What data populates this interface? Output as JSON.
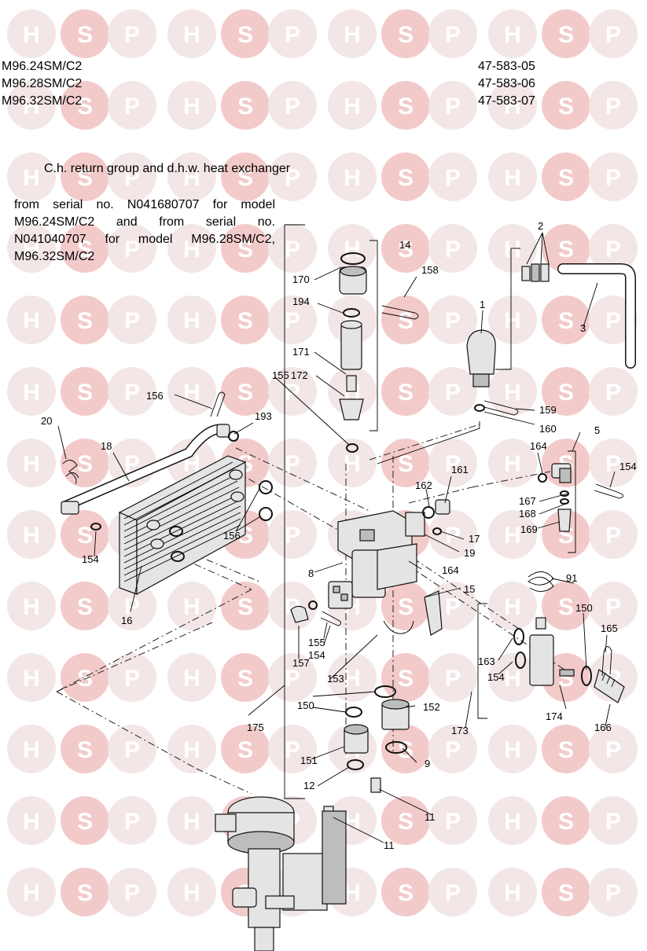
{
  "header": {
    "models": [
      "M96.24SM/C2",
      "M96.28SM/C2",
      "M96.32SM/C2"
    ],
    "part_numbers": [
      "47-583-05",
      "47-583-06",
      "47-583-07"
    ]
  },
  "title": "C.h. return group and d.h.w. heat exchanger",
  "serial_note_lines": [
    "from serial no. N041680707 for model",
    "M96.24SM/C2 and from serial no.",
    "N041040707 for model M96.28SM/C2,",
    "M96.32SM/C2"
  ],
  "watermark": {
    "letters": [
      "H",
      "S",
      "P"
    ],
    "colors": {
      "h": "#f3e6e6",
      "s": "#f3caca",
      "p": "#f3e6e6"
    }
  },
  "callouts": [
    "170",
    "14",
    "158",
    "2",
    "194",
    "171",
    "172",
    "155",
    "1",
    "3",
    "156",
    "193",
    "159",
    "160",
    "20",
    "18",
    "5",
    "164",
    "154",
    "161",
    "162",
    "167",
    "168",
    "169",
    "17",
    "19",
    "164",
    "156",
    "154",
    "16",
    "8",
    "15",
    "91",
    "155",
    "154",
    "150",
    "165",
    "157",
    "153",
    "163",
    "154",
    "150",
    "152",
    "174",
    "175",
    "173",
    "166",
    "151",
    "9",
    "12",
    "11",
    "11"
  ]
}
